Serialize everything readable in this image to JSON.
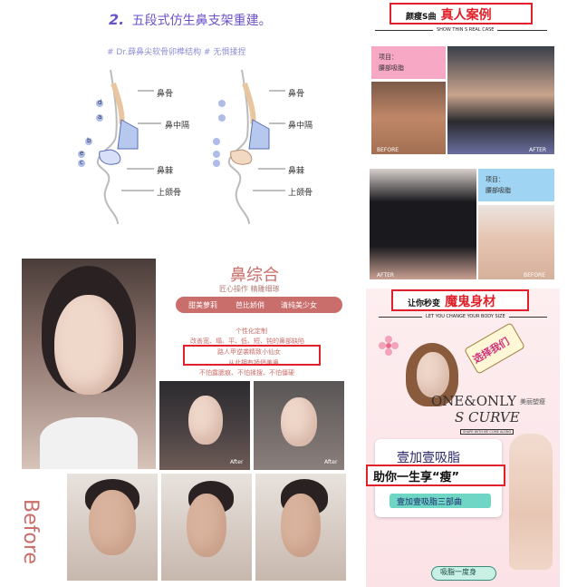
{
  "nose": {
    "number": "2.",
    "heading": "五段式仿生鼻支架重建。",
    "tagline": "# Dr.薛鼻尖软骨卯榫结构 # 无惧揉捏",
    "left_diagram_labels": [
      "鼻骨",
      "鼻中隔",
      "鼻棘",
      "上颌骨"
    ],
    "right_diagram_labels": [
      "鼻骨",
      "鼻中隔",
      "鼻棘",
      "上颌骨"
    ],
    "letters": [
      "d",
      "a",
      "b",
      "e",
      "c"
    ]
  },
  "nose_combo": {
    "title": "鼻综合",
    "subtitle": "匠心操作  精雕细琢",
    "styles": [
      "甜美萝莉",
      "芭比娇俏",
      "清纯美少女"
    ],
    "copy": [
      "个性化定制",
      "改善宽、塌、平、低、短、钝的鼻部缺陷",
      "路人甲逆袭精致小仙女",
      "从此拥有娇俏美鼻",
      "不怕露腮痕、不怕揉搜、不怕僵硬"
    ],
    "after_label": "After",
    "before_label": "Before"
  },
  "thin_case": {
    "title_prefix": "颜瘦S曲",
    "title_highlight": "真人案例",
    "subtitle": "SHOW THIN S REAL CASE",
    "project_label": "项目：",
    "project_value": "腰部吸脂",
    "before_label": "BEFORE",
    "after_label": "AFTER"
  },
  "devil": {
    "title_prefix": "让你秒变",
    "title_highlight": "魔鬼身材",
    "subtitle": "LET YOU CHANGE YOUR BODY SIZE",
    "choose": "选择我们",
    "brand_line1": "ONE&ONLY",
    "brand_sub": "美丽塑瘦",
    "brand_line2": "S CURVE",
    "tiny": "SHAPE WITH ME COME ALONG",
    "card_title": "壹加壹吸脂",
    "card_tagline": "助你一生享“瘦”",
    "card_subtitle": "壹加壹吸脂三部曲",
    "bottom_button": "吸脂一度身"
  },
  "colors": {
    "accent_red": "#e0202a",
    "brand_pink": "#c96e6a",
    "project_pink": "#f7a8c4",
    "project_blue": "#9fd4f2"
  }
}
